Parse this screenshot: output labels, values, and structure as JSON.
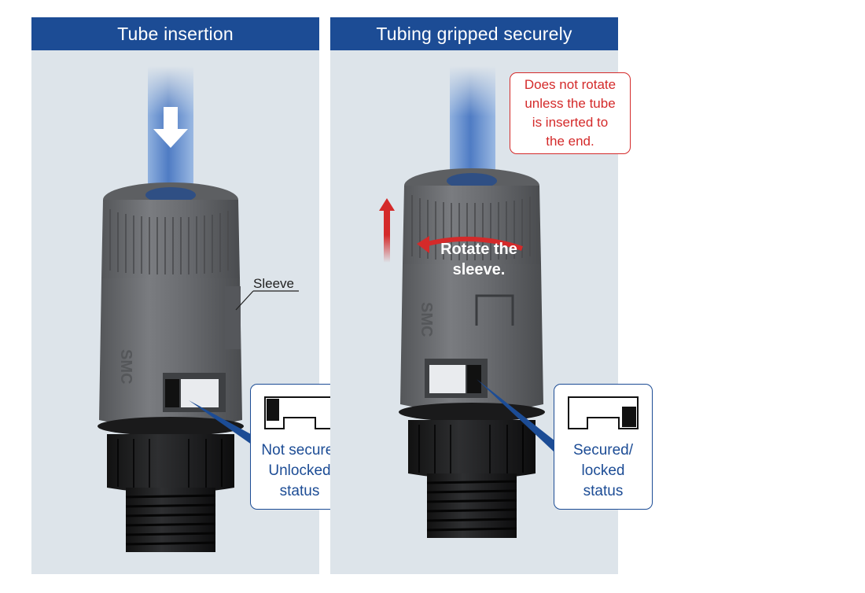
{
  "left_panel": {
    "title": "Tube insertion",
    "sleeve_label": "Sleeve",
    "callout": {
      "line1": "Not secure/",
      "line2": "Unlocked",
      "line3": "status"
    }
  },
  "right_panel": {
    "title": "Tubing gripped securely",
    "warning": {
      "line1": "Does not rotate",
      "line2": "unless the tube",
      "line3": "is inserted to",
      "line4": "the end."
    },
    "rotate": {
      "line1": "Rotate the",
      "line2": "sleeve."
    },
    "callout": {
      "line1": "Secured/",
      "line2": "locked",
      "line3": "status"
    }
  },
  "colors": {
    "header_blue": "#1c4c95",
    "panel_bg": "#dde4ea",
    "warning_red": "#d42a2a",
    "fitting_gray": "#6d6f72",
    "tube_blue": "#5b87c9"
  }
}
